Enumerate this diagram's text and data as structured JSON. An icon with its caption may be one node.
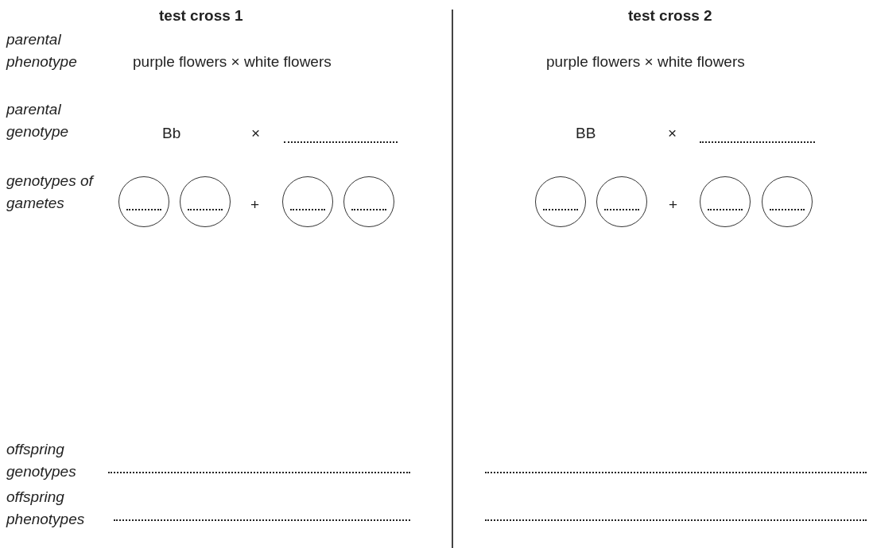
{
  "diagram": {
    "nodes": [
      {
        "text": [],
        "shape": "circle"
      },
      {
        "text": [],
        "shape": "circle"
      },
      {
        "text": [],
        "shape": "circle"
      },
      {
        "text": [],
        "shape": "circle"
      },
      {
        "text": [],
        "shape": "circle"
      },
      {
        "text": [],
        "shape": "circle"
      },
      {
        "text": [],
        "shape": "circle"
      },
      {
        "text": [],
        "shape": "circle"
      }
    ],
    "labels": [
      "test cross 1",
      "test cross 2",
      "parental phenotype",
      "purple flowers × white flowers",
      "purple flowers × white flowers",
      "parental genotype",
      "Bb",
      "×",
      "BB",
      "×",
      "genotypes of gametes",
      "+",
      "+",
      "offspring genotypes",
      "offspring phenotypes"
    ]
  }
}
